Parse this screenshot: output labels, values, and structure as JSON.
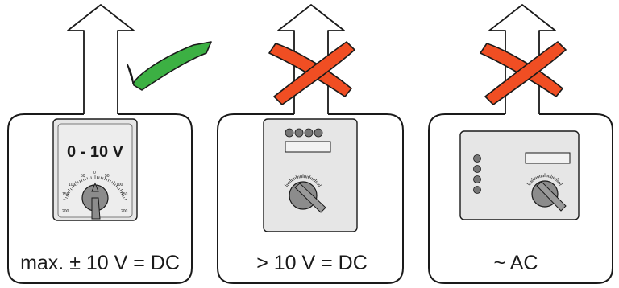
{
  "panels": [
    {
      "caption": "max. ± 10 V = DC",
      "device_label": "0 - 10 V",
      "scale_ticks": [
        "200",
        "150",
        "100",
        "50",
        "0",
        "50",
        "100",
        "150",
        "200"
      ],
      "status": "allowed",
      "status_icon": "green-check-icon"
    },
    {
      "caption": "> 10 V = DC",
      "status": "not-allowed",
      "status_icon": "red-cross-icon"
    },
    {
      "caption": "~ AC",
      "status": "not-allowed",
      "status_icon": "red-cross-icon"
    }
  ],
  "colors": {
    "check": "#3cb043",
    "cross": "#f04e23",
    "device_face": "#e6e6e6",
    "knob": "#8c8c8c",
    "outline": "#1a1a1a"
  }
}
